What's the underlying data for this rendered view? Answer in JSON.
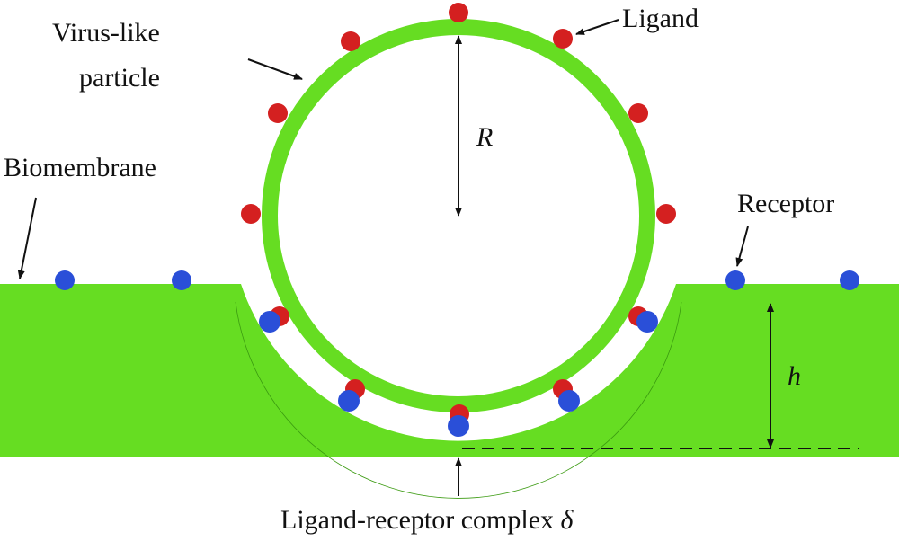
{
  "labels": {
    "virus_line1": "Virus-like",
    "virus_line2": "particle",
    "ligand": "Ligand",
    "radius": "R",
    "biomembrane": "Biomembrane",
    "receptor": "Receptor",
    "height": "h",
    "complex": "Ligand-receptor complex",
    "delta": "δ"
  },
  "colors": {
    "membrane": "#66dd22",
    "ligand": "#d42020",
    "receptor": "#2a4fd8"
  }
}
